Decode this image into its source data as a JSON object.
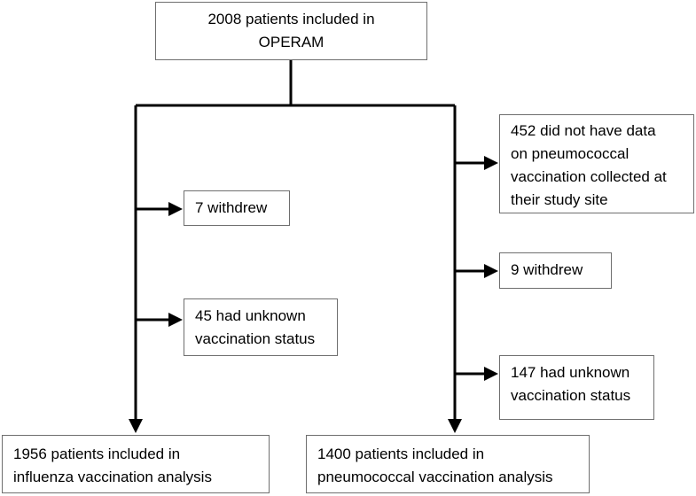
{
  "boxes": {
    "top": "2008 patients included in\nOPERAM",
    "left_withdrew": "7 withdrew",
    "left_unknown": "45 had unknown\nvaccination status",
    "left_final": "1956 patients included in\ninfluenza vaccination analysis",
    "right_nodata": "452 did not have data\non pneumococcal\nvaccination collected at\ntheir study site",
    "right_withdrew": "9 withdrew",
    "right_unknown": "147 had unknown\nvaccination status",
    "right_final": "1400 patients included in\npneumococcal vaccination analysis"
  }
}
